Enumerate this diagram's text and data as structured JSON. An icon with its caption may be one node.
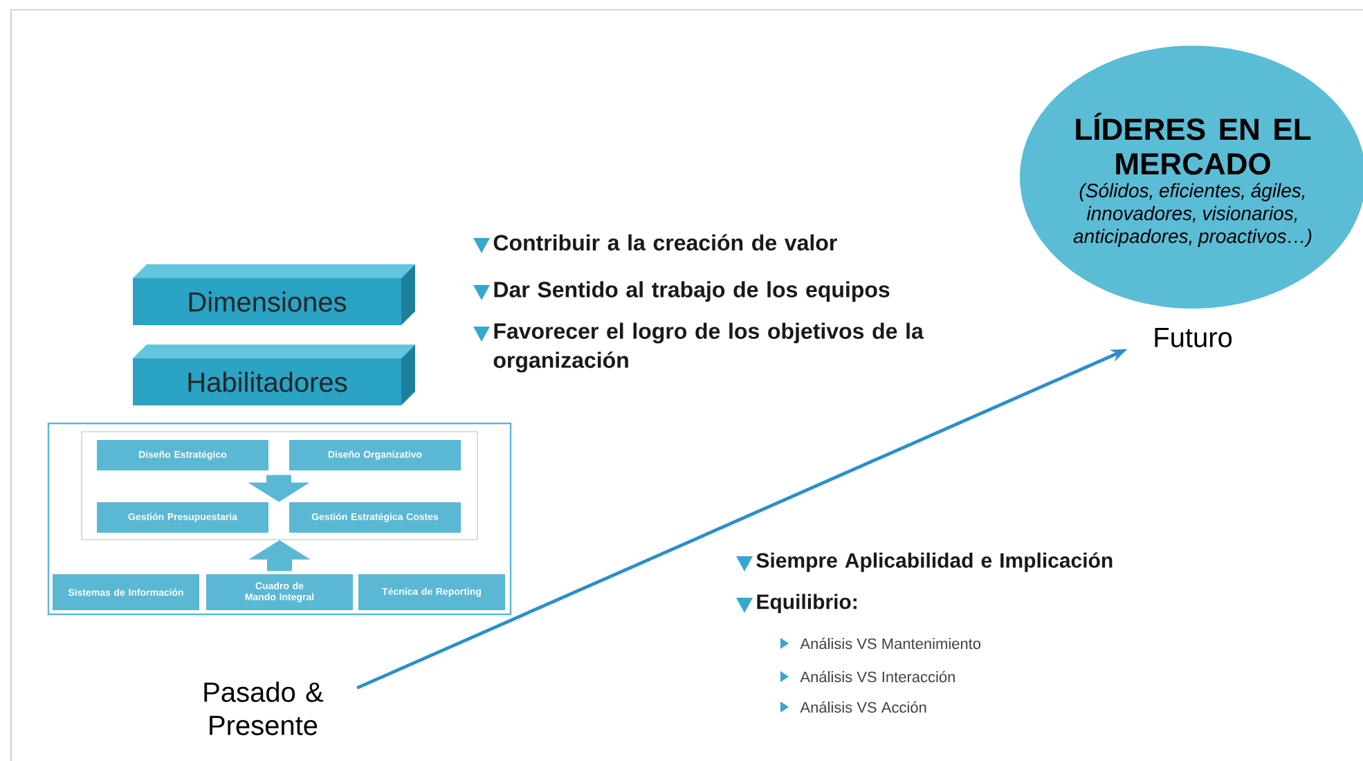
{
  "diagram": {
    "nodes": [
      {
        "text": [
          "Dimensiones"
        ]
      },
      {
        "text": [
          "Habilitadores"
        ]
      },
      {
        "text": [],
        "shape": "box"
      },
      {
        "text": [],
        "shape": "box",
        "in": 2
      },
      {
        "text": [
          "Diseño Estratégico"
        ],
        "in": 3
      },
      {
        "text": [
          "Diseño Organizativo"
        ],
        "in": 3
      },
      {
        "text": [
          "Gestión Presupuestaria"
        ],
        "in": 3
      },
      {
        "text": [
          "Gestión Estratégica Costes"
        ],
        "in": 3
      },
      {
        "text": [
          "Sistemas de Información"
        ],
        "in": 2
      },
      {
        "text": [
          "Cuadro de Mando Integral"
        ],
        "in": 2
      },
      {
        "text": [
          "Técnica de Reporting"
        ],
        "in": 2
      },
      {
        "text": [
          "Pasado & Presente"
        ]
      },
      {
        "text": [
          "Futuro"
        ]
      },
      {
        "text": [
          "LÍDERES EN EL MERCADO",
          "(Sólidos, eficientes, ágiles, innovadores, visionarios, anticipadores, proactivos…)"
        ]
      }
    ],
    "edges": [
      {
        "from": 11,
        "to": 12,
        "arrow": "to",
        "color": "#2b8fc9"
      },
      {
        "from": 4,
        "to": 6,
        "arrow": "to"
      },
      {
        "from": 5,
        "to": 7,
        "arrow": "to"
      },
      {
        "from": 9,
        "to": 3,
        "arrow": "to"
      }
    ],
    "labels": [
      "Contribuir a la creación de valor",
      "Dar Sentido al trabajo de los equipos",
      "Favorecer el logro de los objetivos de la organización",
      "Siempre Aplicabilidad e Implicación",
      "Equilibrio:",
      "Análisis VS Mantenimiento",
      "Análisis VS Interacción",
      "Análisis VS Acción"
    ]
  }
}
